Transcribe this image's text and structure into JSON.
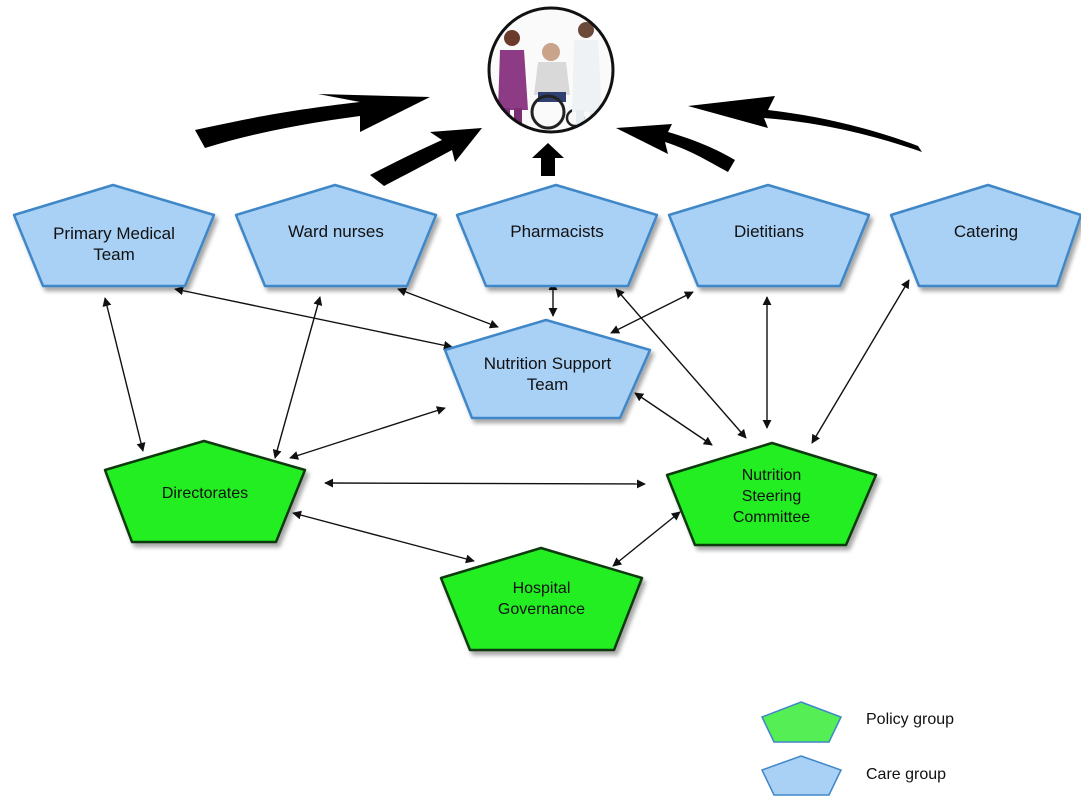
{
  "nodes": {
    "primary_medical_team": "Primary Medical\nTeam",
    "ward_nurses": "Ward nurses",
    "pharmacists": "Pharmacists",
    "dietitians": "Dietitians",
    "catering": "Catering",
    "nutrition_support_team": "Nutrition Support\nTeam",
    "directorates": "Directorates",
    "nutrition_steering_committee": "Nutrition\nSteering\nCommittee",
    "hospital_governance": "Hospital\nGovernance"
  },
  "legend": {
    "policy": "Policy group",
    "care": "Care group"
  },
  "colors": {
    "care_fill": "#a9d0f5",
    "care_stroke": "#3f87c8",
    "policy_fill": "#22ee22",
    "policy_stroke": "#0c3a0c",
    "arrow": "#111111",
    "patient_circle_stroke": "#111111"
  },
  "icons": {
    "patient": "patient-care-photo-icon"
  }
}
